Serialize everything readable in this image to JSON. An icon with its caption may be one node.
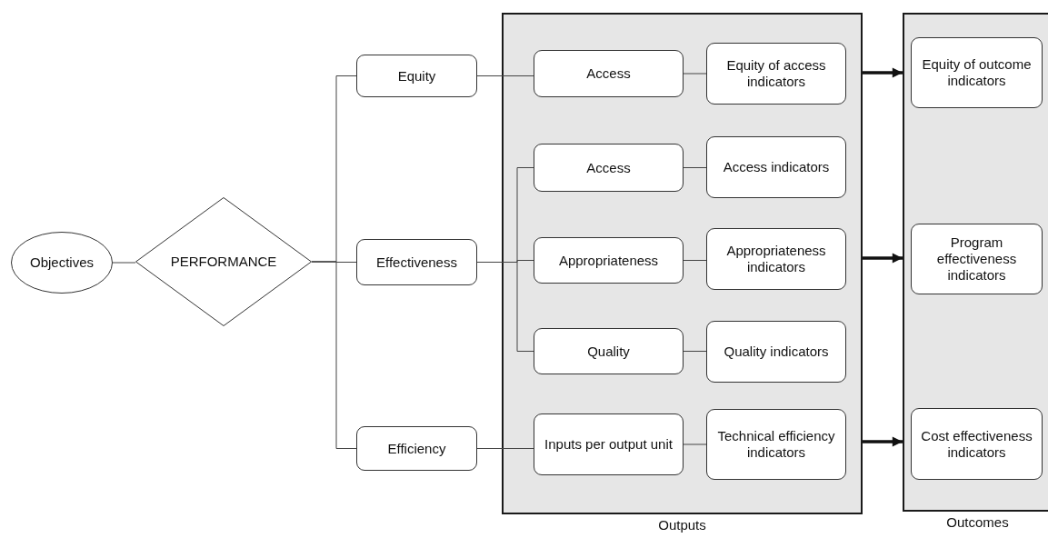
{
  "diagram": {
    "nodes": [
      {
        "text": [
          "Objectives"
        ]
      },
      {
        "text": [
          "PERFORMANCE"
        ]
      },
      {
        "text": [
          "Equity"
        ]
      },
      {
        "text": [
          "Effectiveness"
        ]
      },
      {
        "text": [
          "Efficiency"
        ]
      },
      {
        "text": [
          "Outputs"
        ]
      },
      {
        "text": [
          "Access"
        ],
        "in": 5
      },
      {
        "text": [
          "Equity of access indicators"
        ],
        "in": 5
      },
      {
        "text": [
          "Access"
        ],
        "in": 5
      },
      {
        "text": [
          "Access indicators"
        ],
        "in": 5
      },
      {
        "text": [
          "Appropriateness"
        ],
        "in": 5
      },
      {
        "text": [
          "Appropriateness indicators"
        ],
        "in": 5
      },
      {
        "text": [
          "Quality"
        ],
        "in": 5
      },
      {
        "text": [
          "Quality indicators"
        ],
        "in": 5
      },
      {
        "text": [
          "Inputs per output unit"
        ],
        "in": 5
      },
      {
        "text": [
          "Technical efficiency indicators"
        ],
        "in": 5
      },
      {
        "text": [
          "Outcomes"
        ]
      },
      {
        "text": [
          "Equity of outcome indicators"
        ],
        "in": 16
      },
      {
        "text": [
          "Program effectiveness indicators"
        ],
        "in": 16
      },
      {
        "text": [
          "Cost effectiveness indicators"
        ],
        "in": 16
      }
    ],
    "edges": [
      {
        "from": 0,
        "to": 1,
        "arrow": "none"
      },
      {
        "from": 1,
        "to": 2,
        "arrow": "none"
      },
      {
        "from": 1,
        "to": 3,
        "arrow": "none"
      },
      {
        "from": 1,
        "to": 4,
        "arrow": "none"
      },
      {
        "from": 2,
        "to": 6,
        "arrow": "none"
      },
      {
        "from": 3,
        "to": 8,
        "arrow": "none"
      },
      {
        "from": 3,
        "to": 10,
        "arrow": "none"
      },
      {
        "from": 3,
        "to": 12,
        "arrow": "none"
      },
      {
        "from": 4,
        "to": 14,
        "arrow": "none"
      },
      {
        "from": 6,
        "to": 7,
        "arrow": "none"
      },
      {
        "from": 8,
        "to": 9,
        "arrow": "none"
      },
      {
        "from": 10,
        "to": 11,
        "arrow": "none"
      },
      {
        "from": 12,
        "to": 13,
        "arrow": "none"
      },
      {
        "from": 14,
        "to": 15,
        "arrow": "none"
      },
      {
        "from": 5,
        "to": 16,
        "arrow": "to",
        "style": "thick"
      },
      {
        "from": 5,
        "to": 16,
        "arrow": "to",
        "style": "thick"
      },
      {
        "from": 5,
        "to": 16,
        "arrow": "to",
        "style": "thick"
      }
    ]
  }
}
